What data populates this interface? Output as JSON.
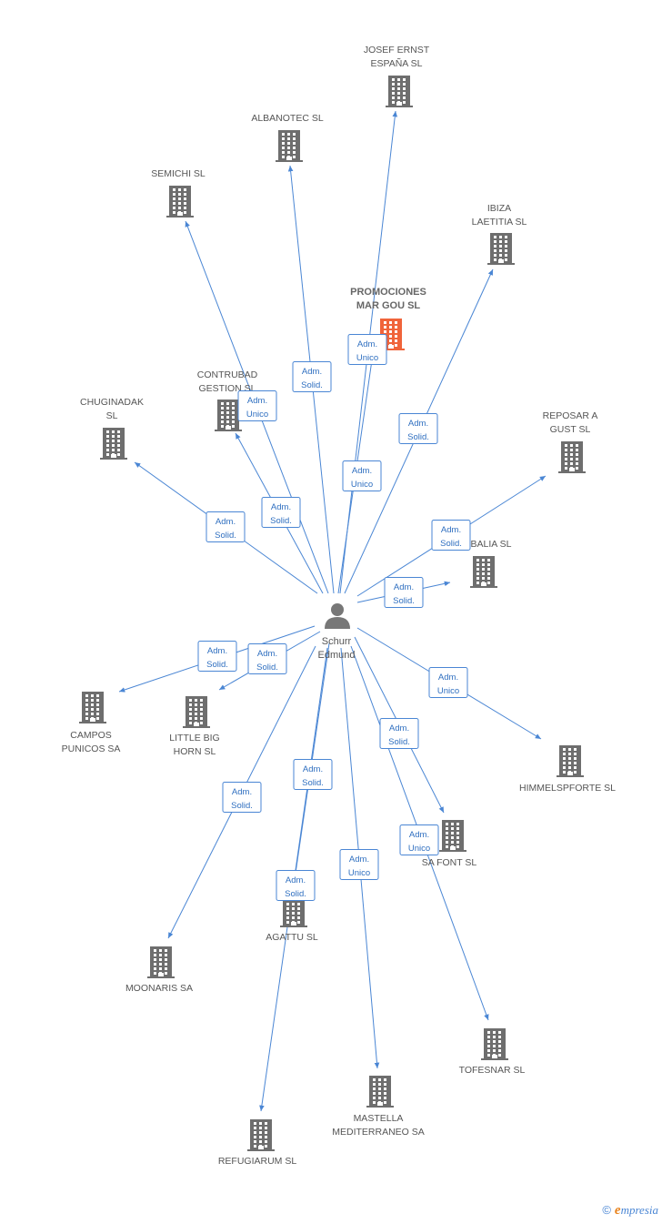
{
  "colors": {
    "edge": "#4a86d4",
    "building": "#6e6e6e",
    "building_highlight": "#f0643a",
    "person": "#777777"
  },
  "person": {
    "label_lines": [
      "Schurr",
      "Edmund"
    ],
    "icon": "person-icon"
  },
  "companies": [
    {
      "id": "josef-ernst",
      "label_lines": [
        "JOSEF ERNST",
        "ESPAÑA SL"
      ],
      "role_lines": [
        "Adm.",
        "Unico"
      ],
      "highlight": false
    },
    {
      "id": "albanotec",
      "label_lines": [
        "ALBANOTEC SL"
      ],
      "role_lines": [
        "Adm.",
        "Solid."
      ],
      "highlight": false
    },
    {
      "id": "semichi",
      "label_lines": [
        "SEMICHI  SL"
      ],
      "role_lines": [
        "Adm.",
        "Unico"
      ],
      "highlight": false
    },
    {
      "id": "ibiza-laetitia",
      "label_lines": [
        "IBIZA",
        "LAETITIA SL"
      ],
      "role_lines": [
        "Adm.",
        "Solid."
      ],
      "highlight": false
    },
    {
      "id": "promociones",
      "label_lines": [
        "PROMOCIONES",
        "MAR GOU SL"
      ],
      "role_lines": [
        "Adm.",
        "Unico"
      ],
      "highlight": true
    },
    {
      "id": "contrubad",
      "label_lines": [
        "CONTRUBAD",
        "GESTION SL"
      ],
      "role_lines": [
        "Adm.",
        "Solid."
      ],
      "highlight": false
    },
    {
      "id": "chuginadak",
      "label_lines": [
        "CHUGINADAK",
        "SL"
      ],
      "role_lines": [
        "Adm.",
        "Solid."
      ],
      "highlight": false
    },
    {
      "id": "reposar",
      "label_lines": [
        "REPOSAR A",
        "GUST SL"
      ],
      "role_lines": [
        "Adm.",
        "Solid."
      ],
      "highlight": false
    },
    {
      "id": "balia",
      "label_lines": [
        "BALIA SL"
      ],
      "role_lines": [
        "Adm.",
        "Solid."
      ],
      "highlight": false
    },
    {
      "id": "campos",
      "label_lines": [
        "CAMPOS",
        "PUNICOS SA"
      ],
      "role_lines": [
        "Adm.",
        "Solid."
      ],
      "highlight": false
    },
    {
      "id": "little-big",
      "label_lines": [
        "LITTLE BIG",
        "HORN SL"
      ],
      "role_lines": [
        "Adm.",
        "Solid."
      ],
      "highlight": false
    },
    {
      "id": "himmelspforte",
      "label_lines": [
        "HIMMELSPFORTE SL"
      ],
      "role_lines": [
        "Adm.",
        "Unico"
      ],
      "highlight": false
    },
    {
      "id": "sa-font",
      "label_lines": [
        "SA FONT SL"
      ],
      "role_lines": [
        "Adm.",
        "Solid."
      ],
      "highlight": false
    },
    {
      "id": "agattu",
      "label_lines": [
        "AGATTU  SL"
      ],
      "role_lines": [
        "Adm.",
        "Solid."
      ],
      "highlight": false
    },
    {
      "id": "moonaris",
      "label_lines": [
        "MOONARIS SA"
      ],
      "role_lines": [
        "Adm.",
        "Solid."
      ],
      "highlight": false
    },
    {
      "id": "tofesnar",
      "label_lines": [
        "TOFESNAR SL"
      ],
      "role_lines": [
        "Adm.",
        "Unico"
      ],
      "highlight": false
    },
    {
      "id": "mastella",
      "label_lines": [
        "MASTELLA",
        "MEDITERRANEO SA"
      ],
      "role_lines": [
        "Adm.",
        "Unico"
      ],
      "highlight": false
    },
    {
      "id": "refugiarum",
      "label_lines": [
        "REFUGIARUM SL"
      ],
      "role_lines": [
        "Adm.",
        "Solid."
      ],
      "highlight": false
    }
  ],
  "footer": {
    "copyright": "©",
    "brand_first": "e",
    "brand_rest": "mpresia"
  }
}
